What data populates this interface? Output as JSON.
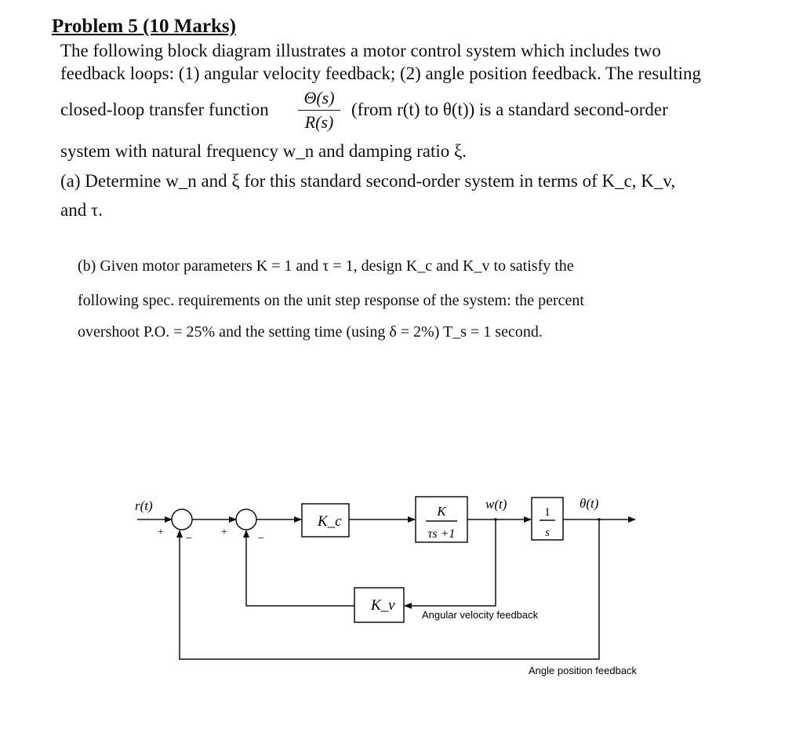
{
  "title": "Problem 5 (10 Marks)",
  "intro": {
    "line1": "The following block diagram illustrates a motor control system which includes two",
    "line2": "feedback loops: (1) angular velocity feedback; (2) angle position feedback. The resulting",
    "line3_pre": "closed-loop transfer function",
    "tf_num": "Θ(s)",
    "tf_den": "R(s)",
    "line3_post": "(from r(t) to θ(t)) is a standard second-order",
    "line4": "system with natural frequency w_n and damping ratio ξ."
  },
  "part_a": {
    "line1": "(a) Determine w_n and ξ for this standard second-order system in terms of K_c, K_v,",
    "line2": "and τ."
  },
  "part_b": {
    "line1": "(b) Given motor parameters K = 1 and τ = 1, design K_c and K_v to satisfy the",
    "line2": "following spec. requirements on the unit step response of the system: the percent",
    "line3": "overshoot P.O. = 25% and the setting time (using δ = 2%) T_s = 1 second."
  },
  "diagram": {
    "input_label": "r(t)",
    "output_label": "θ(t)",
    "velocity_label": "w(t)",
    "kc_block": "K_c",
    "kv_block": "K_v",
    "motor_num": "K",
    "motor_den": "τs +1",
    "integrator_num": "1",
    "integrator_den": "s",
    "sign_plus": "+",
    "sign_minus": "−",
    "velocity_feedback_label": "Angular velocity feedback",
    "position_feedback_label": "Angle position feedback"
  }
}
